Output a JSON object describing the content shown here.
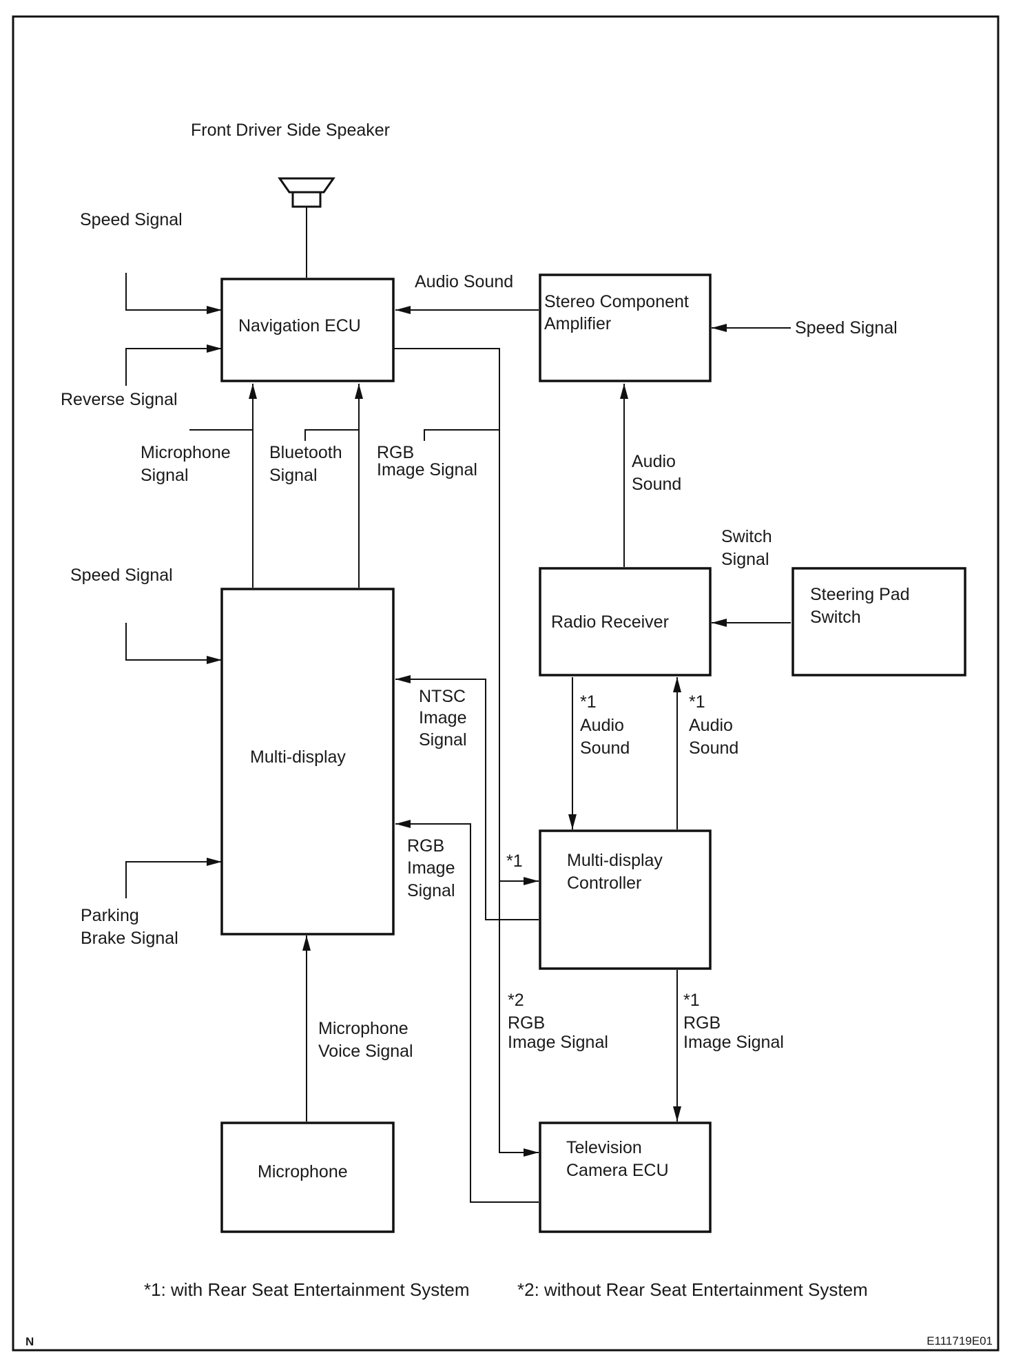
{
  "boxes": {
    "navigation_ecu": "Navigation ECU",
    "stereo_amp": [
      "Stereo Component",
      "Amplifier"
    ],
    "multi_display": "Multi-display",
    "radio_receiver": "Radio Receiver",
    "steering_pad": [
      "Steering Pad",
      "Switch"
    ],
    "md_controller": [
      "Multi-display",
      "Controller"
    ],
    "microphone": "Microphone",
    "tv_camera_ecu": [
      "Television",
      "Camera ECU"
    ]
  },
  "labels": {
    "front_speaker": "Front Driver Side Speaker",
    "speed_nav": "Speed Signal",
    "reverse": "Reverse Signal",
    "audio_sound_top": "Audio Sound",
    "speed_amp": "Speed Signal",
    "mic_signal": [
      "Microphone",
      "Signal"
    ],
    "bt_signal": [
      "Bluetooth",
      "Signal"
    ],
    "rgb_nav": [
      "RGB",
      "Image Signal"
    ],
    "audio_radio_amp": [
      "Audio",
      "Sound"
    ],
    "switch_signal": [
      "Switch",
      "Signal"
    ],
    "speed_md": "Speed Signal",
    "ntsc": [
      "NTSC",
      "Image",
      "Signal"
    ],
    "audio_down": [
      "*1",
      "Audio",
      "Sound"
    ],
    "audio_up": [
      "*1",
      "Audio",
      "Sound"
    ],
    "rgb_md": [
      "RGB",
      "Image",
      "Signal"
    ],
    "star1_ctrl": "*1",
    "parking": [
      "Parking",
      "Brake Signal"
    ],
    "mic_voice": [
      "Microphone",
      "Voice Signal"
    ],
    "rgb_star2": [
      "*2",
      "RGB",
      "Image Signal"
    ],
    "rgb_star1": [
      "*1",
      "RGB",
      "Image Signal"
    ]
  },
  "footnotes": {
    "note1": "*1: with Rear Seat Entertainment System",
    "note2": "*2: without Rear Seat Entertainment System"
  },
  "corner": {
    "left": "N",
    "right": "E111719E01"
  }
}
